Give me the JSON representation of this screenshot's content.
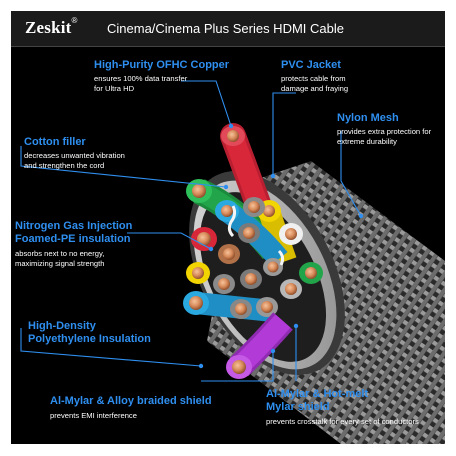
{
  "header": {
    "brand": "Zeskit",
    "trademark": "®",
    "series": "Cinema/Cinema Plus Series HDMI Cable"
  },
  "callouts": {
    "copper": {
      "title": "High-Purity OFHC Copper",
      "desc1": "ensures 100% data transfer",
      "desc2": "for Ultra HD"
    },
    "pvc": {
      "title": "PVC Jacket",
      "desc1": "protects cable from",
      "desc2": "damage and fraying"
    },
    "nylon": {
      "title": "Nylon Mesh",
      "desc1": "provides extra protection for",
      "desc2": "extreme durability"
    },
    "cotton": {
      "title": "Cotton filler",
      "desc1": "decreases unwanted vibration",
      "desc2": "and strengthen the cord"
    },
    "nitrogen": {
      "title1": "Nitrogen Gas Injection",
      "title2": "Foamed-PE insulation",
      "desc1": "absorbs next to no energy,",
      "desc2": "maximizing signal strength"
    },
    "hdpe": {
      "title1": "High-Density",
      "title2": "Polyethylene Insulation"
    },
    "almylar": {
      "title": "Al-Mylar & Alloy braided shield",
      "desc": "prevents EMI interference"
    },
    "hotmelt": {
      "title1": "Al-Mylar & Hot-melt",
      "title2": "Mylar shield",
      "desc": "prevents crosstalk for every set of conductors"
    }
  },
  "colors": {
    "accent": "#2f8ff0",
    "background": "#000000",
    "header_bg": "#1b1b1b",
    "wire_red": "#d9273a",
    "wire_green": "#22a54a",
    "wire_blue": "#2aa9e0",
    "wire_yellow": "#f2d400",
    "wire_purple": "#b23ad6",
    "copper": "#d78a5a"
  }
}
